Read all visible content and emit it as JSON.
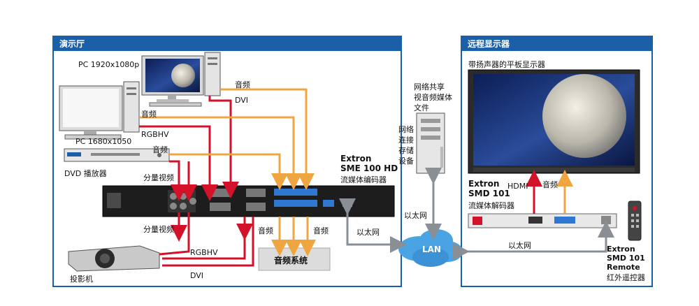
{
  "panels": {
    "presentation_room": "演示厅",
    "remote_display": "远程显示器"
  },
  "devices": {
    "pc_1": "PC 1920x1080p",
    "pc_2": "PC 1680x1050",
    "dvd": "DVD 播放器",
    "encoder_brand": "Extron",
    "encoder_model": "SME 100 HD",
    "encoder_desc": "流媒体编码器",
    "projector": "投影机",
    "audio_system": "音频系统",
    "nas": "网络共享\n视音频媒体\n文件",
    "nas_side": "网络\n连接\n存储\n设备",
    "lan": "LAN",
    "flat_display": "带扬声器的平板显示器",
    "decoder_brand": "Extron",
    "decoder_model": "SMD 101",
    "decoder_desc": "流媒体解码器",
    "remote_brand": "Extron",
    "remote_model": "SMD 101",
    "remote_name": "Remote",
    "remote_desc": "红外遥控器"
  },
  "signals": {
    "audio_pc1": "音频",
    "dvi_pc1": "DVI",
    "audio_pc2": "音频",
    "rgbhv_pc2": "RGBHV",
    "audio_dvd": "音频",
    "component_in": "分量视频",
    "component_out": "分量视频",
    "rgbhv_out": "RGBHV",
    "dvi_out": "DVI",
    "audio_out_l": "音频",
    "audio_out_r": "音频",
    "ethernet_enc": "以太网",
    "ethernet_nas": "以太网",
    "ethernet_dec": "以太网",
    "hdmi": "HDMI",
    "audio_display": "音频"
  },
  "colors": {
    "panel_border": "#1b5fa8",
    "red_wire": "#d3122a",
    "audio_wire": "#f0a640",
    "ethernet_wire": "#8a8f96"
  }
}
